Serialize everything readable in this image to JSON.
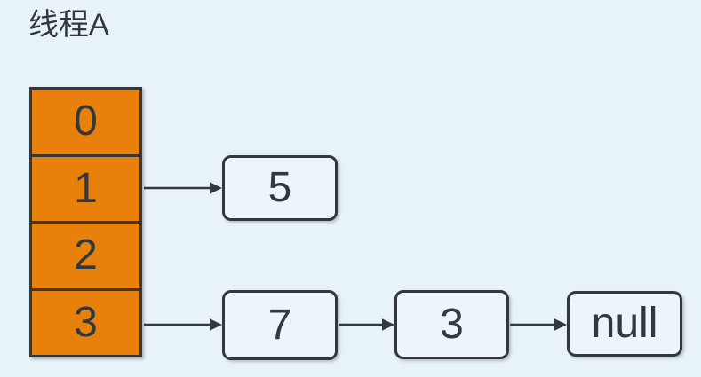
{
  "title": "线程A",
  "array": {
    "cells": [
      {
        "label": "0"
      },
      {
        "label": "1"
      },
      {
        "label": "2"
      },
      {
        "label": "3"
      }
    ]
  },
  "buckets": {
    "bucket1": {
      "index": "1",
      "nodes": [
        {
          "value": "5"
        }
      ]
    },
    "bucket3": {
      "index": "3",
      "nodes": [
        {
          "value": "7"
        },
        {
          "value": "3"
        },
        {
          "value": "null"
        }
      ]
    }
  },
  "colors": {
    "bg": "#e7f3f9",
    "orange": "#e8800c",
    "stroke": "#33383c",
    "node-fill": "#ebf5fa",
    "text": "#33383c"
  }
}
